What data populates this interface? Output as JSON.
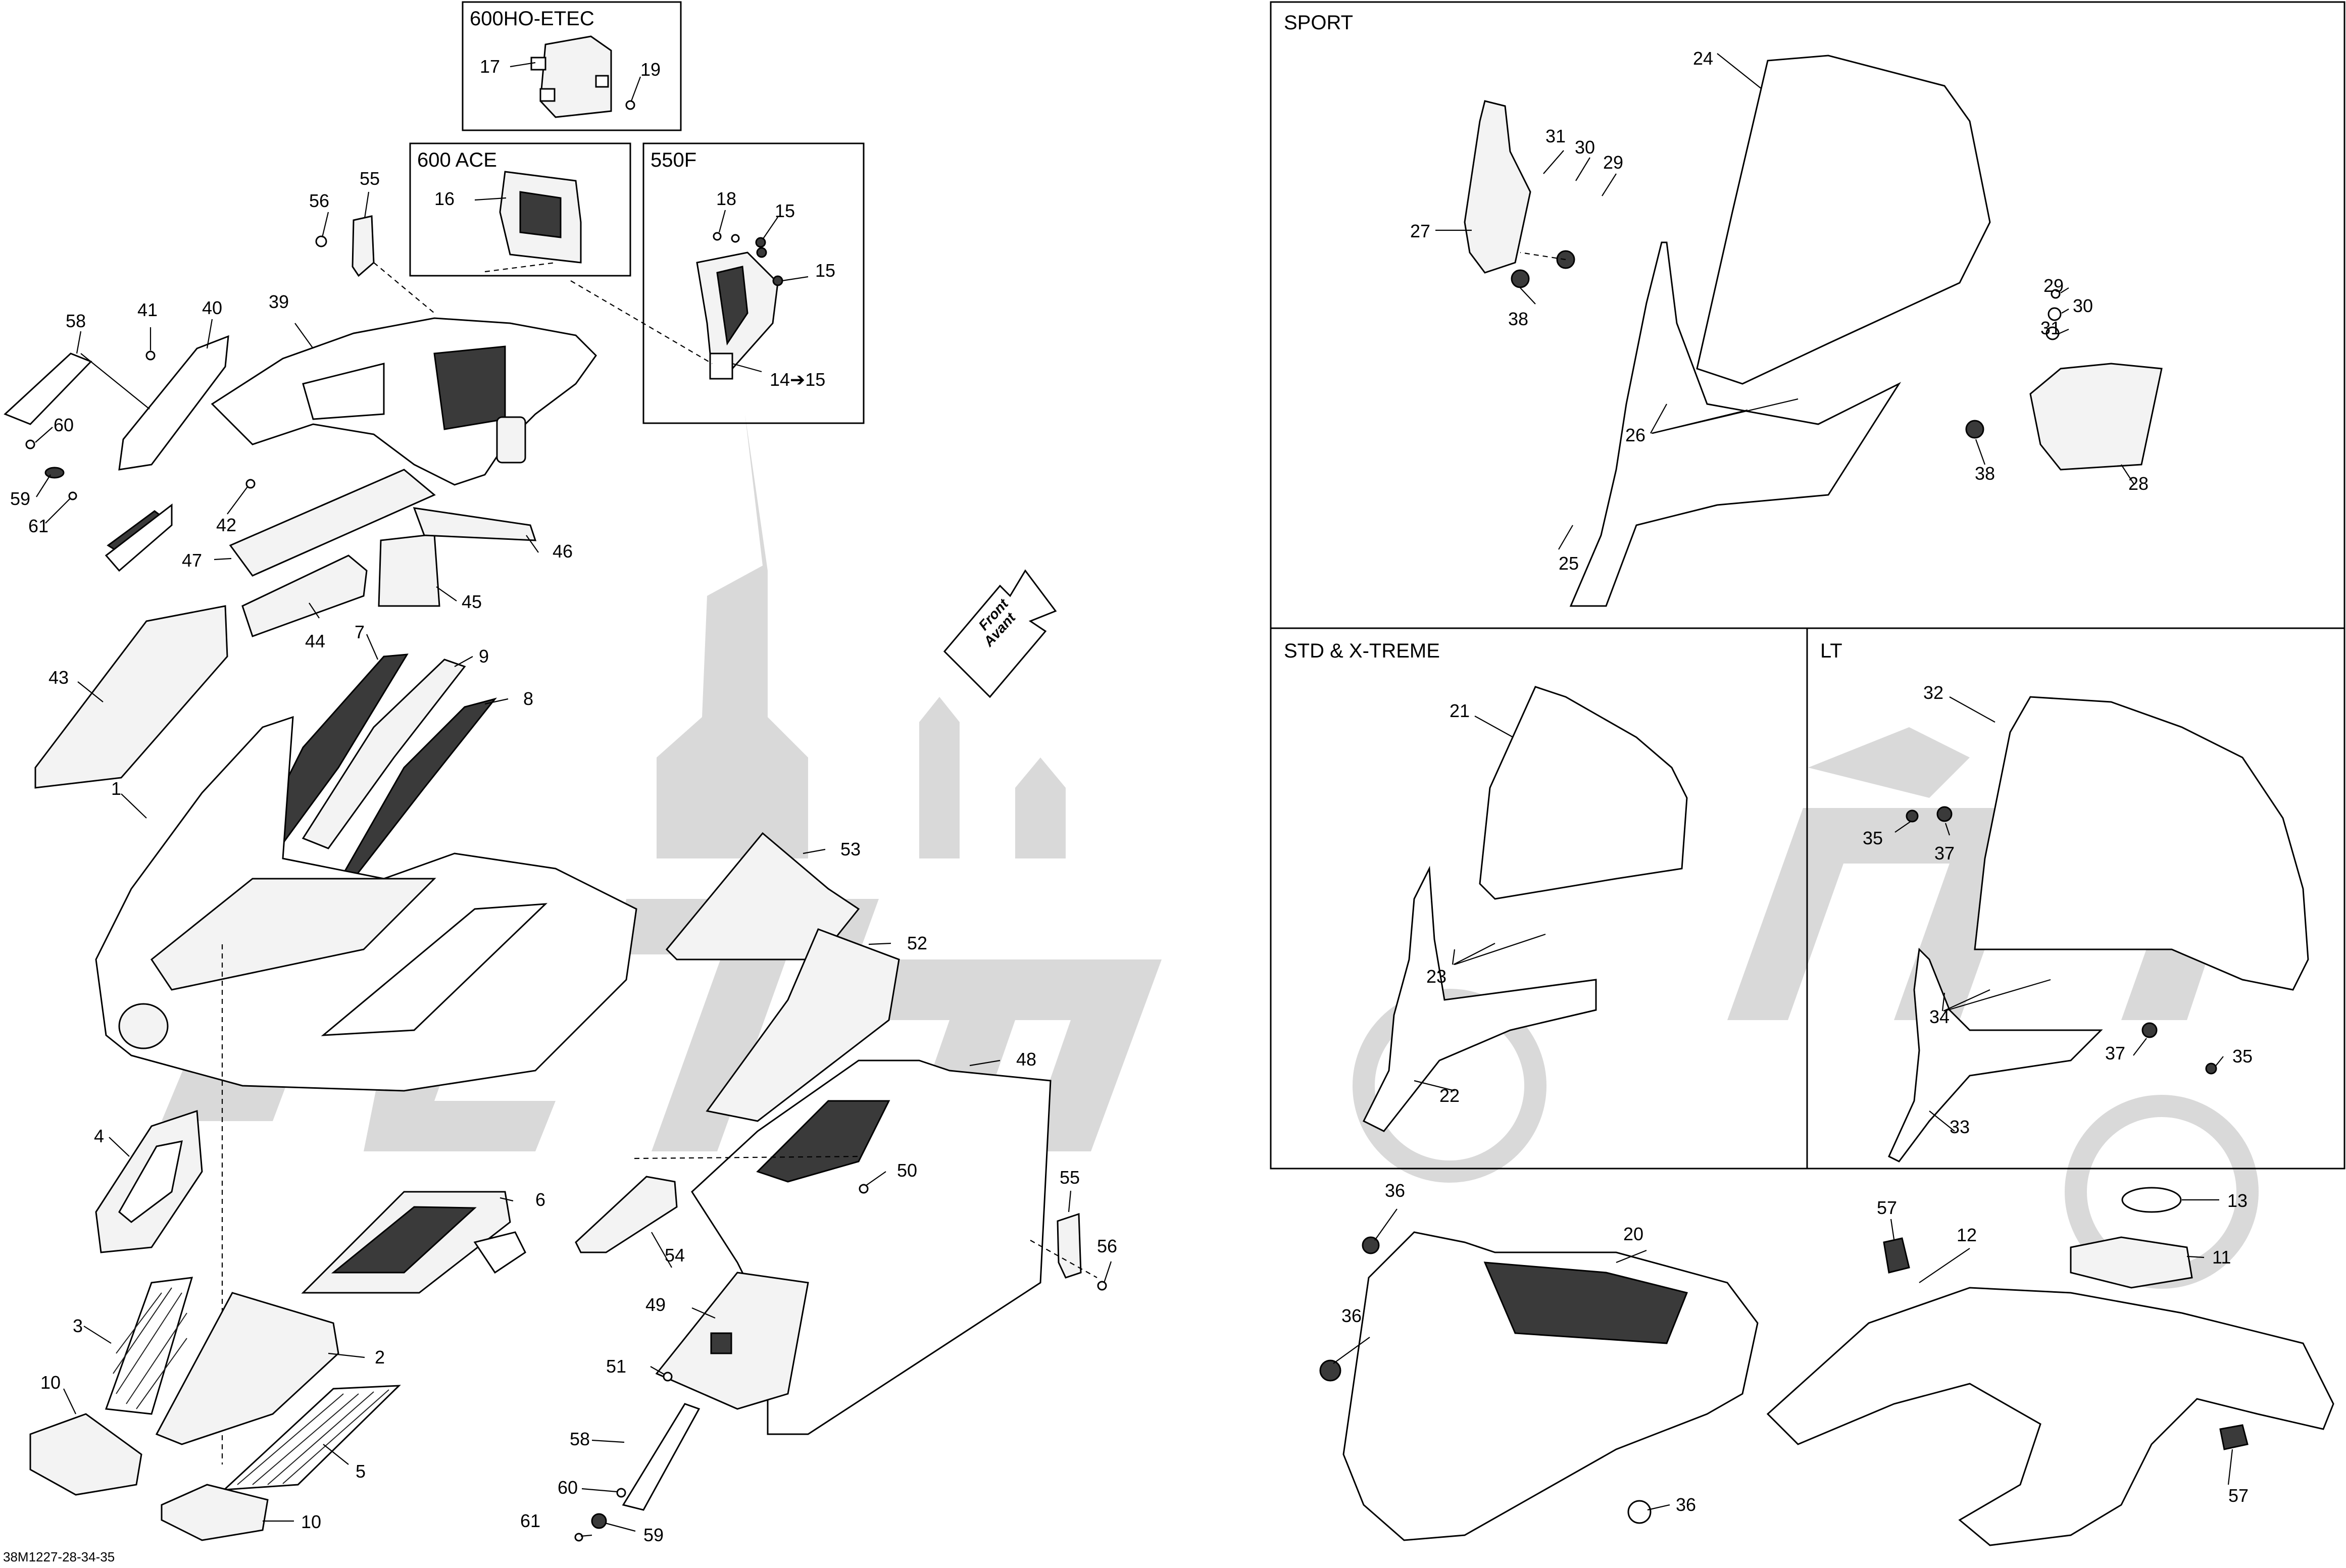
{
  "diagram": {
    "code": "38M1227-28-34-35",
    "front_arrow": {
      "line1": "Front",
      "line2": "Avant"
    },
    "watermark": "Actimoto",
    "boxes": {
      "etec": "600HO-ETEC",
      "ace": "600 ACE",
      "f550": "550F",
      "sport": "SPORT",
      "std": "STD & X-TREME",
      "lt": "LT"
    },
    "labels": {
      "p1": "1",
      "p2": "2",
      "p3": "3",
      "p4": "4",
      "p5": "5",
      "p6": "6",
      "p7": "7",
      "p8": "8",
      "p9": "9",
      "p10a": "10",
      "p10b": "10",
      "p11": "11",
      "p12": "12",
      "p13": "13",
      "p14": "14➔15",
      "p15a": "15",
      "p15b": "15",
      "p16": "16",
      "p17": "17",
      "p18": "18",
      "p19": "19",
      "p20": "20",
      "p21": "21",
      "p22": "22",
      "p23": "23",
      "p24": "24",
      "p25": "25",
      "p26": "26",
      "p27": "27",
      "p28": "28",
      "p29a": "29",
      "p29b": "29",
      "p30a": "30",
      "p30b": "30",
      "p31a": "31",
      "p31b": "31",
      "p32": "32",
      "p33": "33",
      "p34": "34",
      "p35a": "35",
      "p35b": "35",
      "p36a": "36",
      "p36b": "36",
      "p36c": "36",
      "p37a": "37",
      "p37b": "37",
      "p38a": "38",
      "p38b": "38",
      "p39": "39",
      "p40": "40",
      "p41": "41",
      "p42": "42",
      "p43": "43",
      "p44": "44",
      "p45": "45",
      "p46": "46",
      "p47": "47",
      "p48": "48",
      "p49": "49",
      "p50": "50",
      "p51": "51",
      "p52": "52",
      "p53": "53",
      "p54": "54",
      "p55a": "55",
      "p55b": "55",
      "p56a": "56",
      "p56b": "56",
      "p57a": "57",
      "p57b": "57",
      "p58a": "58",
      "p58b": "58",
      "p59a": "59",
      "p59b": "59",
      "p60a": "60",
      "p60b": "60",
      "p61a": "61",
      "p61b": "61"
    }
  }
}
